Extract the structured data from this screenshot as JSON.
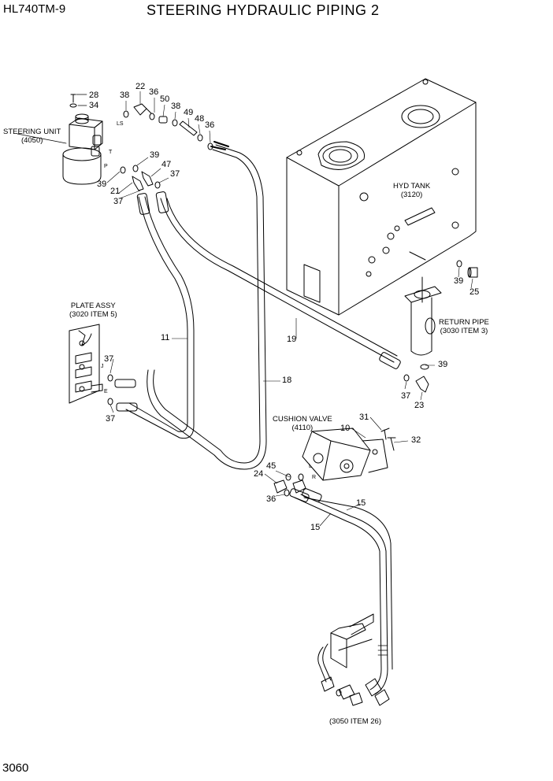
{
  "header": {
    "model": "HL740TM-9",
    "title": "STEERING HYDRAULIC PIPING 2"
  },
  "footer": {
    "page_number": "3060"
  },
  "labels": {
    "steering_unit": "STEERING UNIT",
    "steering_unit_ref": "(4050)",
    "hyd_tank": "HYD TANK",
    "hyd_tank_ref": "(3120)",
    "plate_assy": "PLATE ASSY",
    "plate_assy_ref": "(3020 ITEM 5)",
    "return_pipe": "RETURN PIPE",
    "return_pipe_ref": "(3030 ITEM 3)",
    "cushion_valve": "CUSHION VALVE",
    "cushion_valve_ref": "(4110)",
    "bottom_ref": "(3050 ITEM 26)"
  },
  "port_letters": {
    "ls": "LS",
    "t": "T",
    "p": "P",
    "j": "J",
    "e": "E",
    "l": "L",
    "r": "R"
  },
  "callouts": {
    "c28": "28",
    "c34": "34",
    "c22": "22",
    "c38a": "38",
    "c36a": "36",
    "c50": "50",
    "c38b": "38",
    "c49": "49",
    "c48": "48",
    "c36b": "36",
    "c39a": "39",
    "c47": "47",
    "c37a": "37",
    "c39b": "39",
    "c21": "21",
    "c37b": "37",
    "c39c": "39",
    "c25": "25",
    "c11": "11",
    "c19": "19",
    "c37c": "37",
    "c39d": "39",
    "c37d": "37",
    "c23": "23",
    "c18": "18",
    "c37e": "37",
    "c31": "31",
    "c10": "10",
    "c32": "32",
    "c45": "45",
    "c24": "24",
    "c36c": "36",
    "c15a": "15",
    "c15b": "15"
  }
}
